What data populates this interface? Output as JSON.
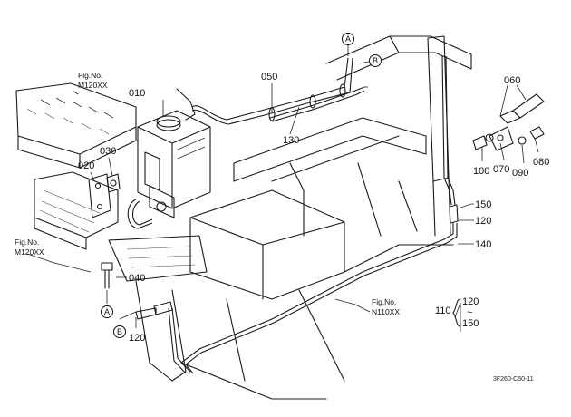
{
  "figure_refs": {
    "top_left": {
      "line1": "Fig.No.",
      "line2": "M120XX"
    },
    "left": {
      "line1": "Fig.No.",
      "line2": "M120XX"
    },
    "bottom": {
      "line1": "Fig.No.",
      "line2": "N110XX"
    }
  },
  "parts": {
    "p010": "010",
    "p020": "020",
    "p030": "030",
    "p040": "040",
    "p050": "050",
    "p060": "060",
    "p070": "070",
    "p080": "080",
    "p090": "090",
    "p100": "100",
    "p120_right": "120",
    "p120_bottom": "120",
    "p130": "130",
    "p140": "140",
    "p150": "150"
  },
  "connector_refs": {
    "a_top": "A",
    "b_top": "B",
    "a_bottom": "A",
    "b_bottom": "B"
  },
  "range_note": {
    "set": "110",
    "from": "120",
    "tilde": "~",
    "to": "150"
  },
  "drawing_code": "3F260-C50-11"
}
